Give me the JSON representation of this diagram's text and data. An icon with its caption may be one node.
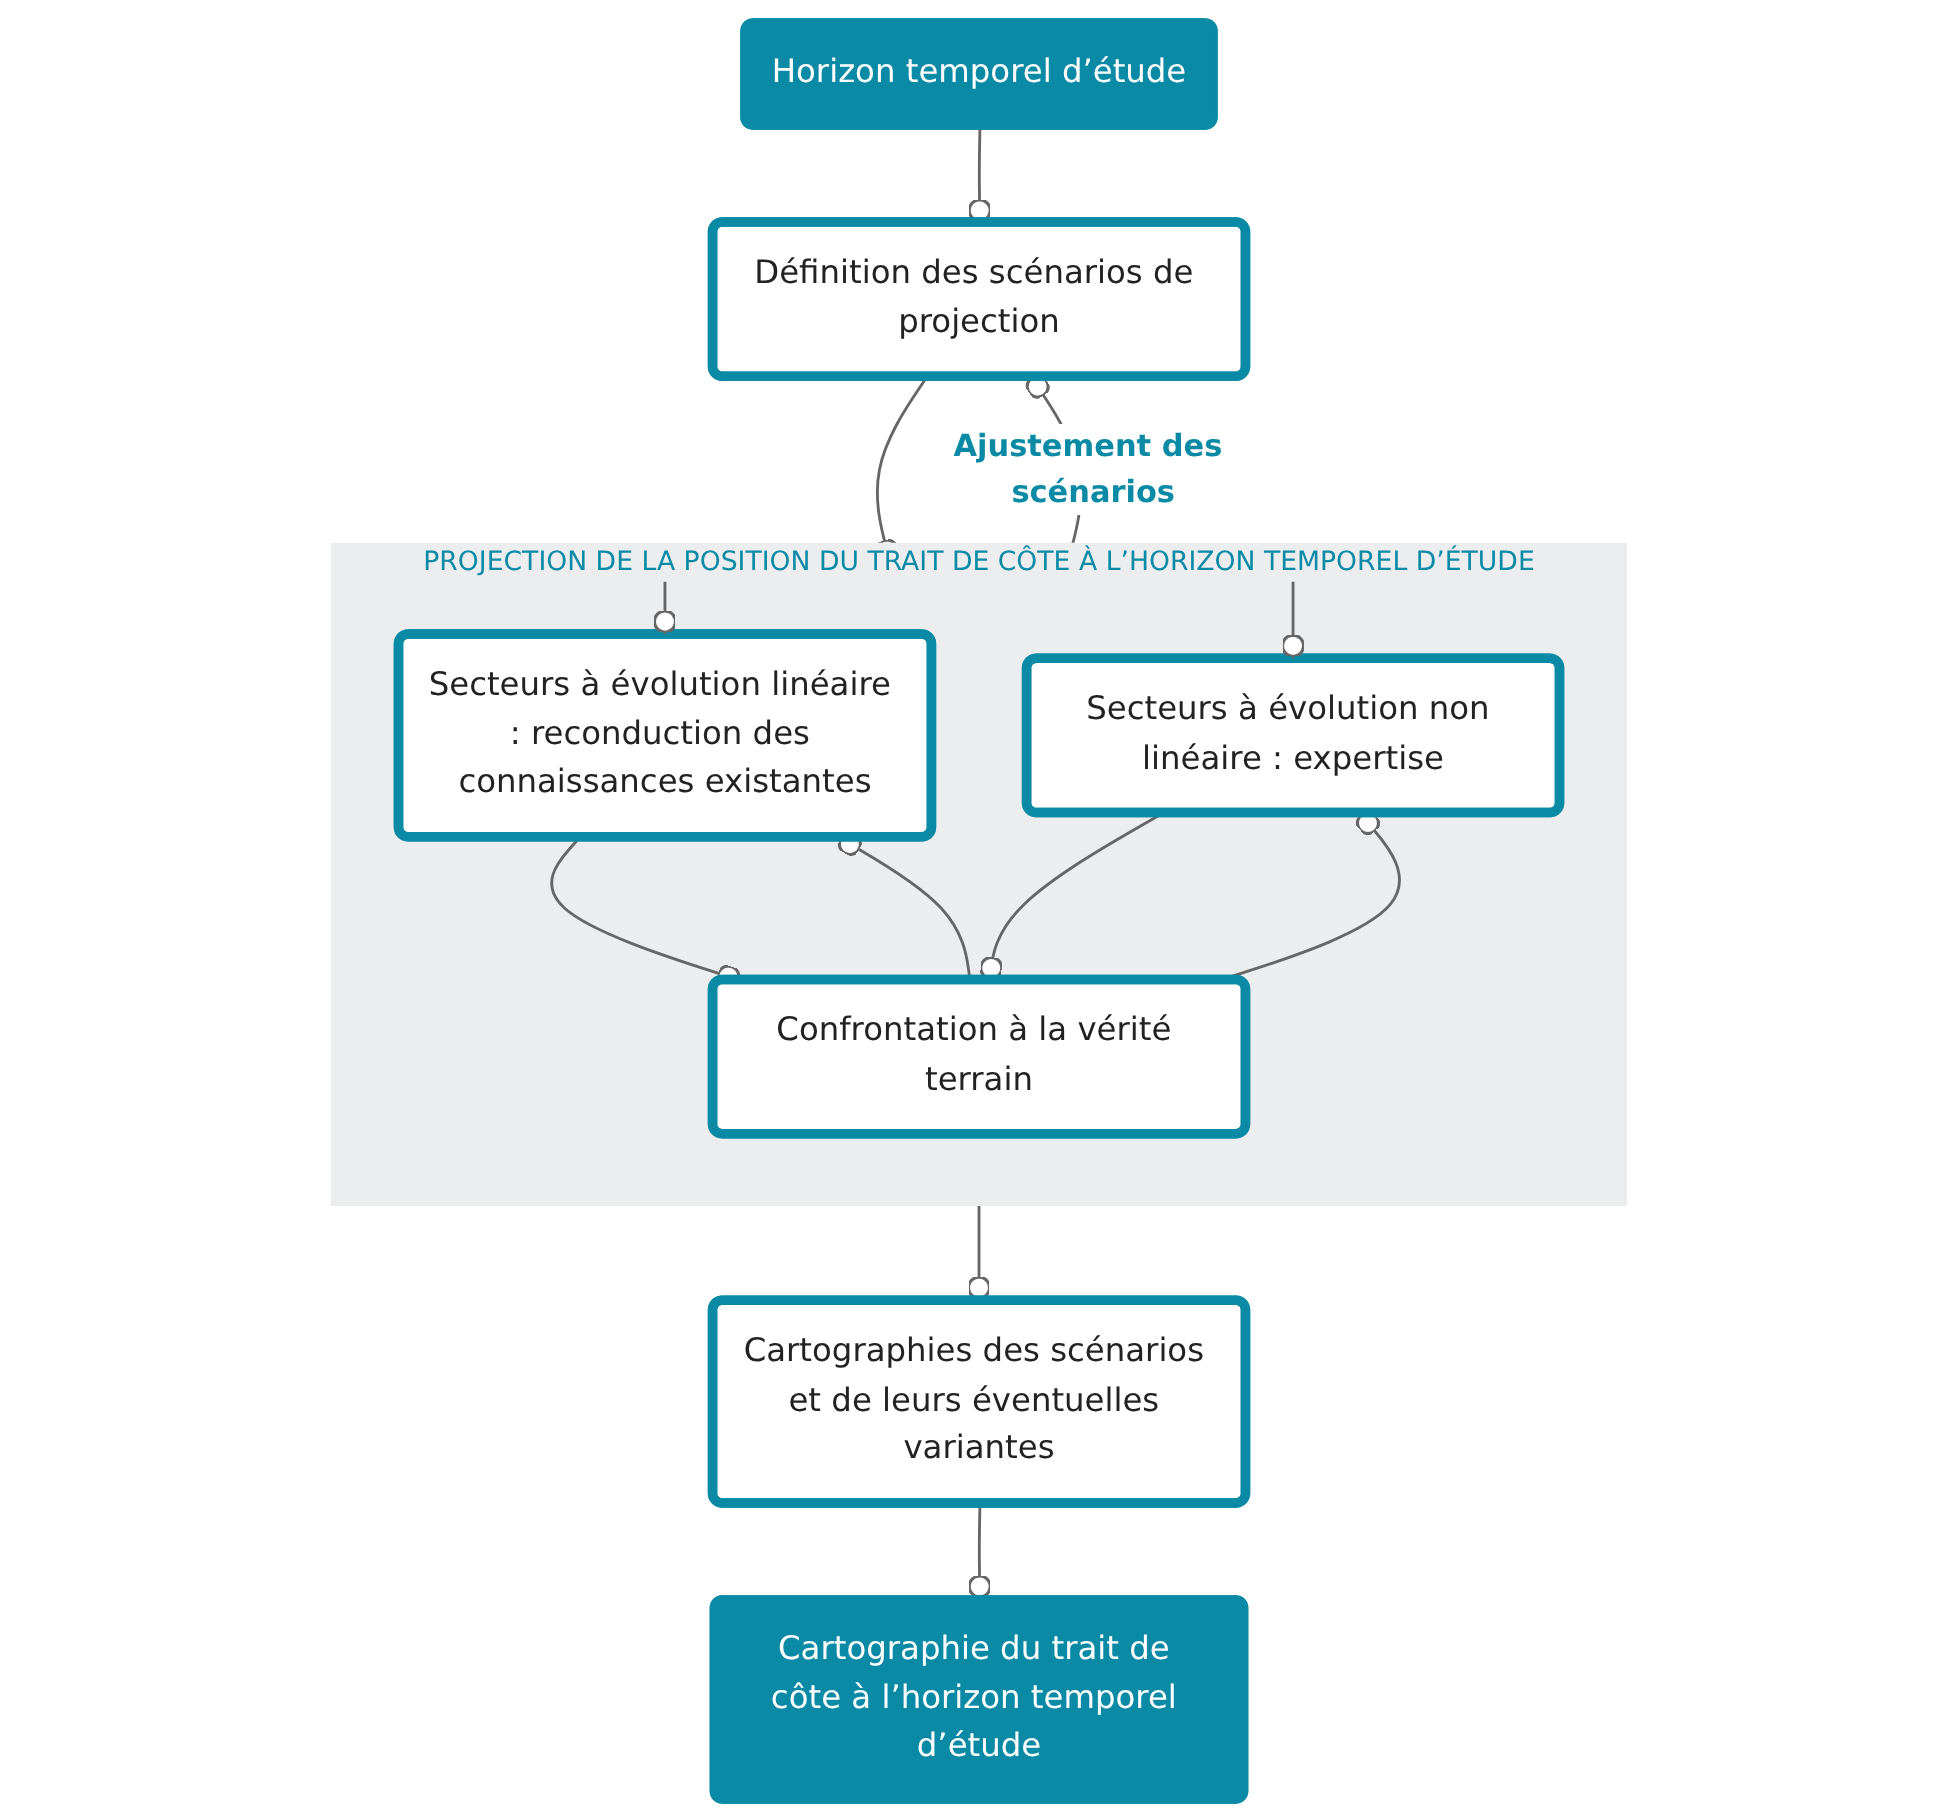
{
  "diagram": {
    "nodes": [
      {
        "text": [
          "Horizon temporel d’étude"
        ]
      },
      {
        "text": [
          "Définition des scénarios de projection"
        ]
      },
      {
        "text": [
          "PROJECTION DE LA POSITION DU TRAIT DE CÔTE À L’HORIZON TEMPOREL D’ÉTUDE"
        ]
      },
      {
        "text": [
          "Secteurs à évolution linéaire : reconduction des connaissances existantes"
        ],
        "in": 2
      },
      {
        "text": [
          "Secteurs à évolution non linéaire : expertise"
        ],
        "in": 2
      },
      {
        "text": [
          "Confrontation à la vérité terrain"
        ],
        "in": 2
      },
      {
        "text": [
          "Cartographies des scénarios et de leurs éventuelles variantes"
        ]
      },
      {
        "text": [
          "Cartographie du trait de côte à l’horizon temporel d’étude"
        ]
      }
    ],
    "edges": [
      {
        "from": 0,
        "to": 1,
        "arrow": "other"
      },
      {
        "from": 1,
        "to": 2,
        "arrow": "other"
      },
      {
        "from": 2,
        "to": 1,
        "arrow": "other",
        "label": "Ajustement des scénarios"
      },
      {
        "from": 2,
        "to": 3,
        "arrow": "other"
      },
      {
        "from": 2,
        "to": 4,
        "arrow": "other"
      },
      {
        "from": 3,
        "to": 5,
        "arrow": "other"
      },
      {
        "from": 5,
        "to": 3,
        "arrow": "other"
      },
      {
        "from": 4,
        "to": 5,
        "arrow": "other"
      },
      {
        "from": 5,
        "to": 4,
        "arrow": "other"
      },
      {
        "from": 2,
        "to": 6,
        "arrow": "other"
      },
      {
        "from": 6,
        "to": 7,
        "arrow": "other"
      }
    ]
  }
}
